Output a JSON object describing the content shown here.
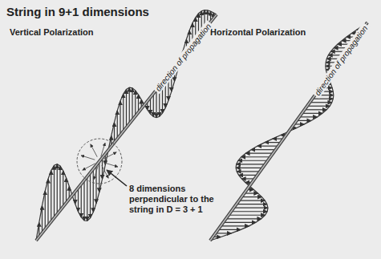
{
  "diagram": {
    "title": "String in 9+1 dimensions",
    "labels": [
      "Vertical Polarization",
      "Horizontal Polarization",
      "direction of propagation",
      "direction of propagation",
      "8 dimensions perpendicular to the string in D = 3 + 1"
    ]
  }
}
